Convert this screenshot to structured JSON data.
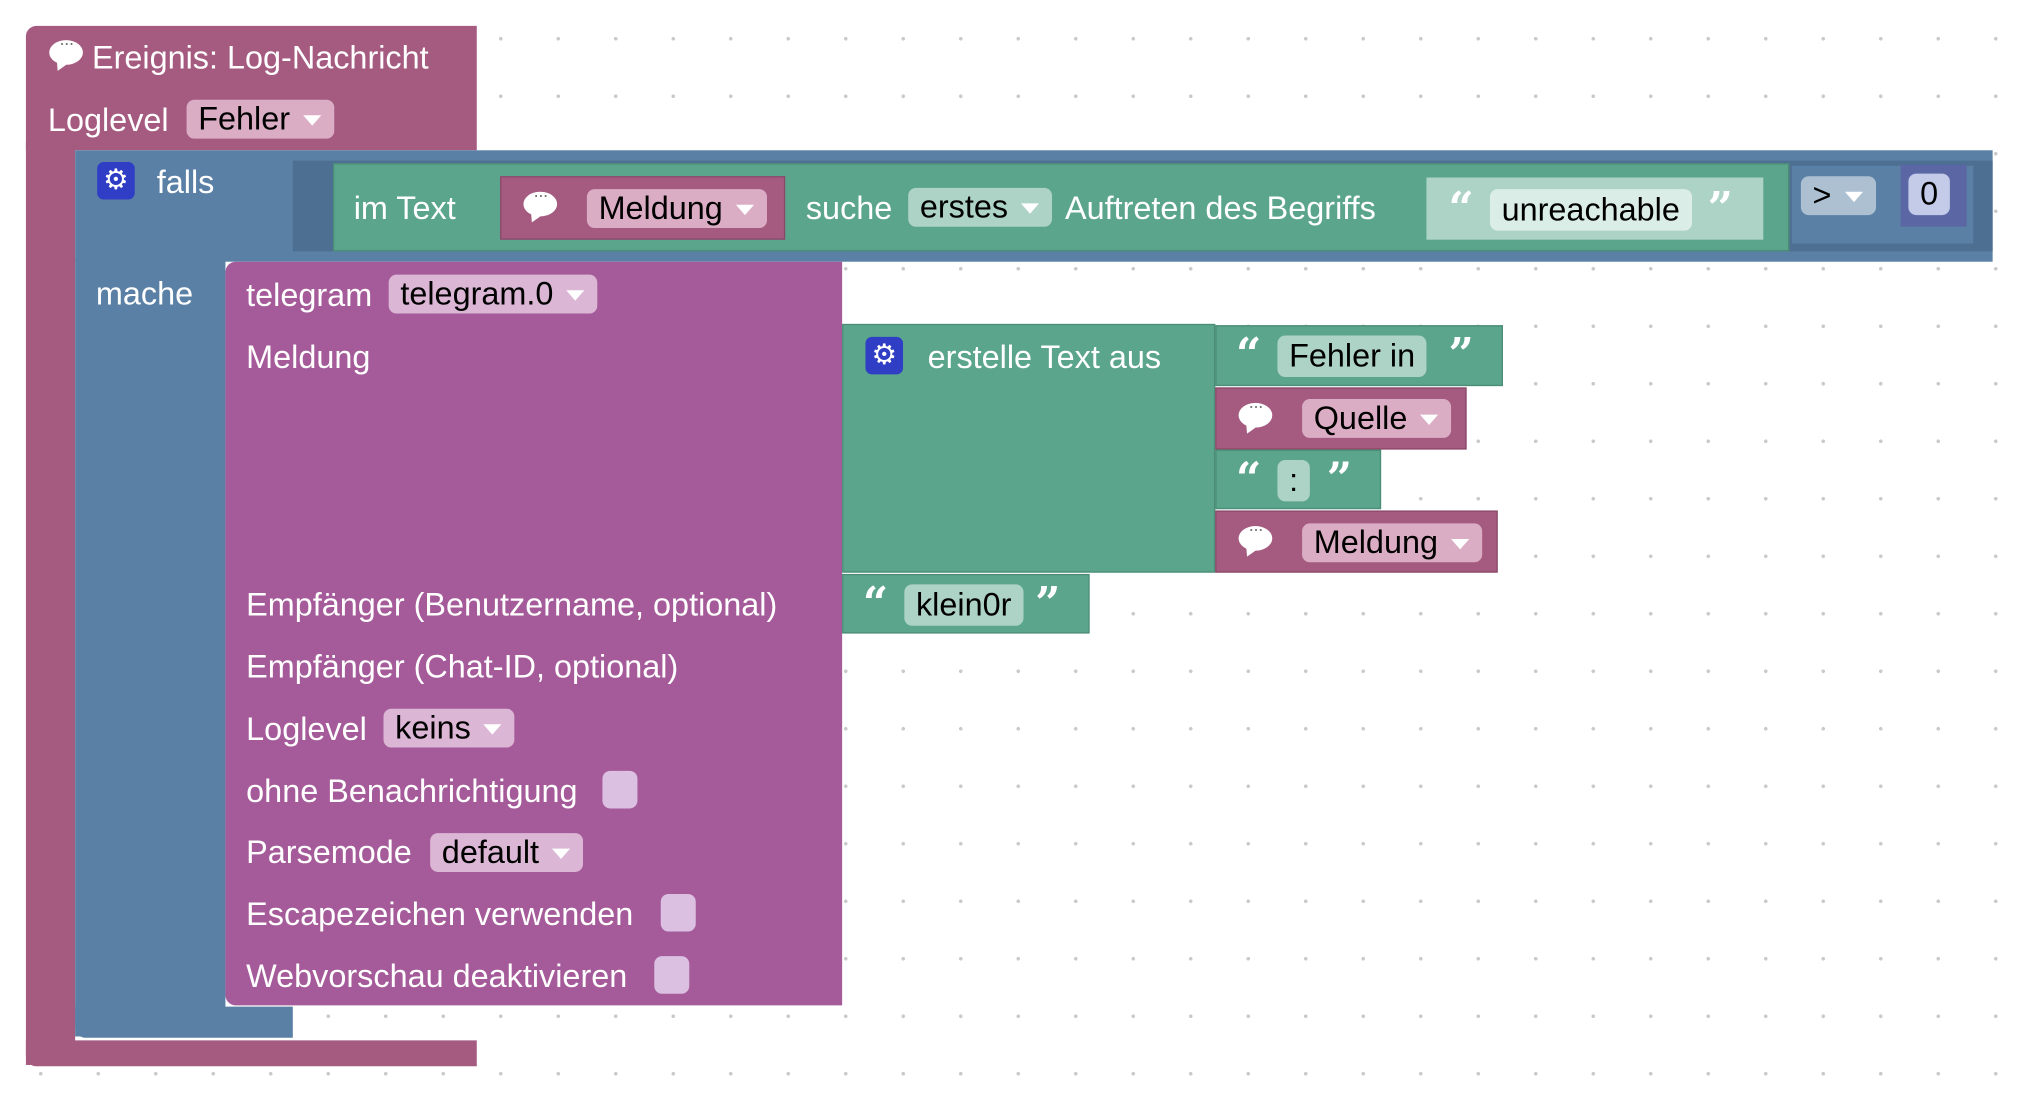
{
  "event_block": {
    "title": "Ereignis: Log-Nachricht",
    "loglevel_label": "Loglevel",
    "loglevel_value": "Fehler"
  },
  "if_block": {
    "if_label": "falls",
    "do_label": "mache",
    "in_text_label": "im Text",
    "message_var": "Meldung",
    "find_label": "suche",
    "find_mode": "erstes",
    "occurrence_label": "Auftreten des Begriffs",
    "search_term": "unreachable",
    "compare_op": ">",
    "compare_value": "0"
  },
  "telegram_block": {
    "label": "telegram",
    "instance": "telegram.0",
    "message_label": "Meldung",
    "recipient_user_label": "Empfänger (Benutzername, optional)",
    "recipient_chat_label": "Empfänger (Chat-ID, optional)",
    "loglevel_label": "Loglevel",
    "loglevel_value": "keins",
    "silent_label": "ohne Benachrichtigung",
    "parsemode_label": "Parsemode",
    "parsemode_value": "default",
    "escape_label": "Escapezeichen verwenden",
    "webpreview_label": "Webvorschau deaktivieren"
  },
  "join_block": {
    "label": "erstelle Text aus",
    "text1": "Fehler in",
    "source_var": "Quelle",
    "text2": ":",
    "message_var": "Meldung"
  },
  "recipient_text": "klein0r",
  "colors": {
    "event": "#a55b80",
    "logic": "#5b80a5",
    "text": "#5ba58c",
    "telegram": "#a55b99",
    "gear": "#2f3ec4"
  },
  "icons": [
    "speech-bubble-icon",
    "gear-icon",
    "dropdown-arrow-icon",
    "open-quote-icon",
    "close-quote-icon"
  ]
}
